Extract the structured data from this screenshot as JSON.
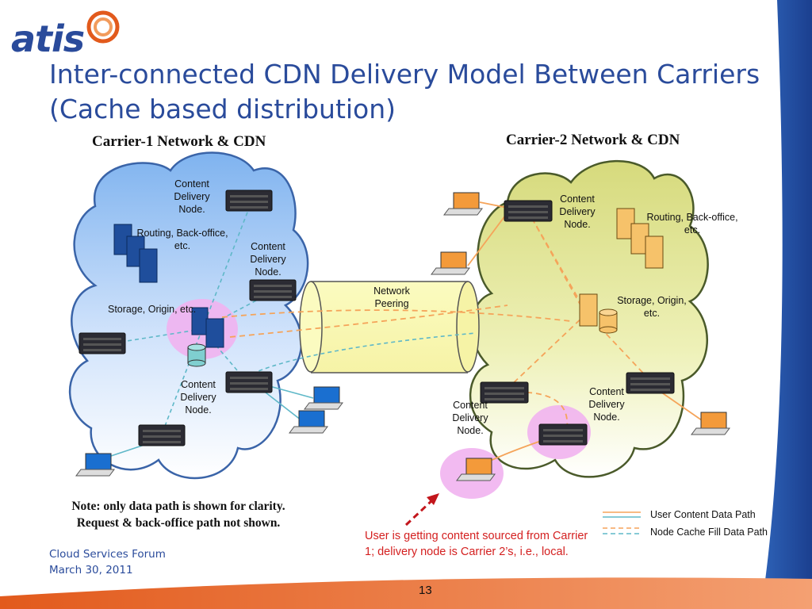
{
  "logo": {
    "text": "atis"
  },
  "title": {
    "line1": "Inter-connected CDN Delivery Model Between Carriers",
    "line2": "(Cache based distribution)"
  },
  "carrier1": {
    "heading": "Carrier-1 Network & CDN",
    "cdn_top": "Content\nDelivery\nNode.",
    "routing": "Routing, Back-office,\netc.",
    "cdn_right": "Content\nDelivery\nNode.",
    "storage": "Storage, Origin, etc.",
    "cdn_bottom": "Content\nDelivery\nNode."
  },
  "carrier2": {
    "heading": "Carrier-2 Network & CDN",
    "cdn_top": "Content\nDelivery\nNode.",
    "routing": "Routing, Back-office,\netc.",
    "storage": "Storage, Origin,\netc.",
    "cdn_left": "Content\nDelivery\nNode.",
    "cdn_right": "Content\nDelivery\nNode."
  },
  "peering": {
    "label": "Network\nPeering"
  },
  "note": {
    "line1": "Note: only data path is shown for clarity.",
    "line2": "Request & back-office path not shown."
  },
  "user_note": "User is getting content sourced from Carrier 1; delivery node is Carrier 2’s, i.e., local.",
  "legend": [
    {
      "label": "User Content Data Path",
      "color": "#f5a45a",
      "style": "solid"
    },
    {
      "label": "Node Cache Fill Data Path",
      "color": "#f5a45a",
      "style": "dashed"
    }
  ],
  "footer": {
    "line1": "Cloud Services Forum",
    "line2": "March 30, 2011"
  },
  "page_number": "13",
  "colors": {
    "title": "#2a4b9b",
    "orange_path": "#f5a45a",
    "teal_path": "#5fb8c8",
    "highlight": "#f1b3f0",
    "carrier1_cloud": "#a9cdf6",
    "carrier2_cloud": "#e3e7a0",
    "red_note": "#d42020"
  }
}
